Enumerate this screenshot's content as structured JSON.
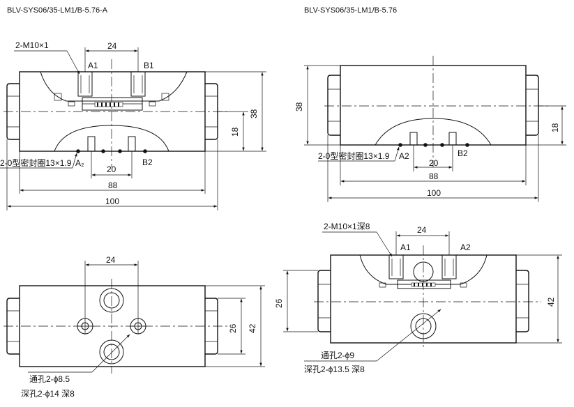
{
  "left_model": "BLV-SYS06/35-LM1/B-5.76-A",
  "right_model": "BLV-SYS06/35-LM1/B-5.76",
  "front_left": {
    "thread_note": "2-M10×1",
    "dim_port_spacing": "24",
    "port_a1": "A1",
    "port_b1": "B1",
    "dim_height_38": "38",
    "dim_height_18": "18",
    "seal_note": "2-0型密封圈13×1.9",
    "port_a2": "A₂",
    "port_b2": "B2",
    "dim_20": "20",
    "dim_88": "88",
    "dim_100": "100"
  },
  "front_right": {
    "dim_height_38": "38",
    "dim_height_18": "18",
    "seal_note": "2-0型密封圈13×1.9",
    "port_a2": "A2",
    "port_b2": "B2",
    "dim_20": "20",
    "dim_88": "88",
    "dim_100": "100"
  },
  "top_left": {
    "dim_24": "24",
    "dim_26": "26",
    "dim_42": "42",
    "hole_note": "通孔2-ϕ8.5",
    "counterbore_note": "深孔2-ϕ14 深8"
  },
  "top_right": {
    "thread_note": "2-M10×1深8",
    "dim_24": "24",
    "port_a1": "A1",
    "port_a2": "A2",
    "dim_26": "26",
    "dim_42": "42",
    "hole_note": "通孔2-ϕ9",
    "counterbore_note": "深孔2-ϕ13.5 深8"
  }
}
